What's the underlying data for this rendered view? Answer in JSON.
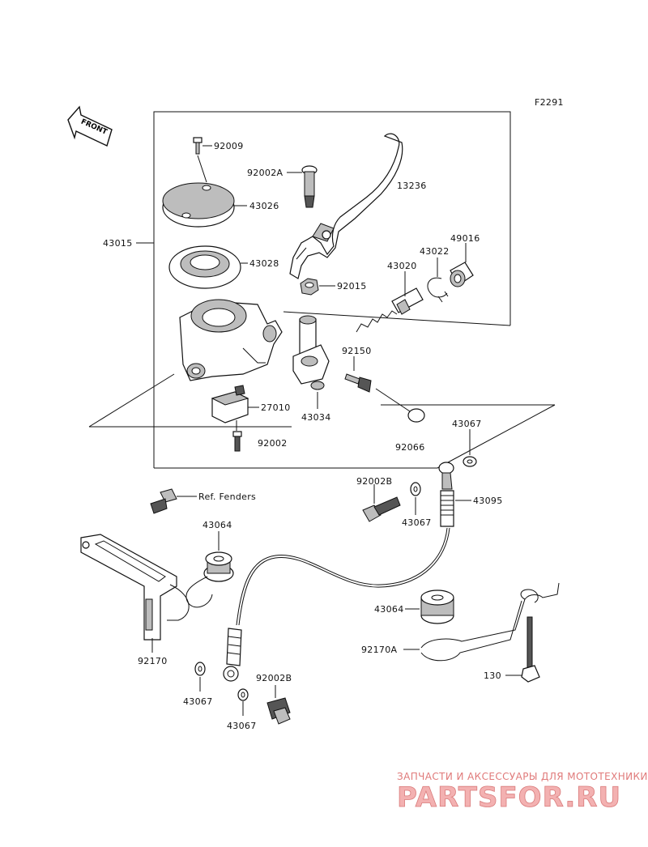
{
  "diagram_code": "F2291",
  "front_label": "FRONT",
  "labels": {
    "p92009": "92009",
    "p92002A": "92002A",
    "p13236": "13236",
    "p43026": "43026",
    "p43015": "43015",
    "p43028": "43028",
    "p49016": "49016",
    "p43022": "43022",
    "p43020": "43020",
    "p92015": "92015",
    "p92150": "92150",
    "p27010": "27010",
    "p43034": "43034",
    "p92002": "92002",
    "p43067a": "43067",
    "p92066": "92066",
    "p92002B_a": "92002B",
    "p43095": "43095",
    "p43067b": "43067",
    "ref_fenders": "Ref. Fenders",
    "p43064a": "43064",
    "p43064b": "43064",
    "p92170A": "92170A",
    "p92170": "92170",
    "p130": "130",
    "p43067c": "43067",
    "p92002B_b": "92002B",
    "p43067d": "43067"
  },
  "watermark": {
    "subtitle": "ЗАПЧАСТИ И АКСЕССУАРЫ ДЛЯ МОТОТЕХНИКИ",
    "logo": "PARTSFOR.RU"
  }
}
